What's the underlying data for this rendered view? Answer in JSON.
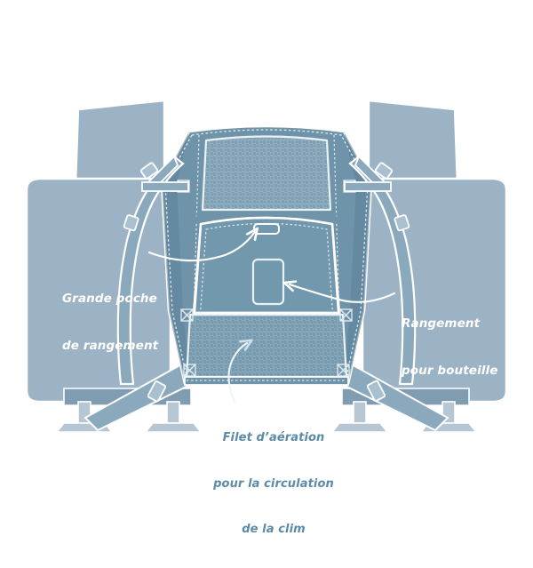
{
  "illustration": {
    "title": "Protection de dossier de siege auto avec poches de rangement",
    "subject": "car-seat-back-organizer",
    "background_color": "#ffffff",
    "colors": {
      "seat_fill": "#9cb2c5",
      "seat_outline": "#ffffff",
      "organizer_fill": "#6f93a8",
      "organizer_dark": "#5d8299",
      "organizer_light": "#85a5b7",
      "mesh_fill": "#7fa0b3",
      "strap_fill": "#8aa9bd",
      "arrow_color": "#ffffff",
      "label_white": "#ffffff",
      "label_blue": "#5b8ba8",
      "leg_fill": "#b7c6d3",
      "rail_fill": "#7f9cb1"
    }
  },
  "labels": {
    "large_pocket": {
      "line1": "Grande poche",
      "line2": "de rangement",
      "color": "#ffffff",
      "arrow": "curved-arrow-up-right"
    },
    "bottle_storage": {
      "line1": "Rangement",
      "line2": "pour bouteille",
      "color": "#ffffff",
      "arrow": "curved-arrow-left"
    },
    "air_mesh": {
      "line1": "Filet d’aération",
      "line2": "pour la circulation",
      "line3": "de la clim",
      "color": "#5b8ba8",
      "arrow": "curved-arrow-up-right"
    }
  },
  "parts": [
    {
      "name": "left-headrest",
      "label": "Appui-tête gauche"
    },
    {
      "name": "right-headrest",
      "label": "Appui-tête droit"
    },
    {
      "name": "left-seat-back",
      "label": "Dossier gauche"
    },
    {
      "name": "right-seat-back",
      "label": "Dossier droit"
    },
    {
      "name": "top-mesh-panel",
      "label": "Filet supérieur"
    },
    {
      "name": "bottom-mesh-panel",
      "label": "Filet inférieur"
    },
    {
      "name": "large-pocket",
      "label": "Grande poche de rangement"
    },
    {
      "name": "bottle-pocket",
      "label": "Rangement pour bouteille"
    },
    {
      "name": "upper-straps",
      "label": "Sangles supérieures"
    },
    {
      "name": "lower-straps",
      "label": "Sangles inférieures"
    },
    {
      "name": "stitch-markers",
      "label": "Renforts coutures"
    },
    {
      "name": "seat-legs",
      "label": "Pieds de siège"
    }
  ]
}
